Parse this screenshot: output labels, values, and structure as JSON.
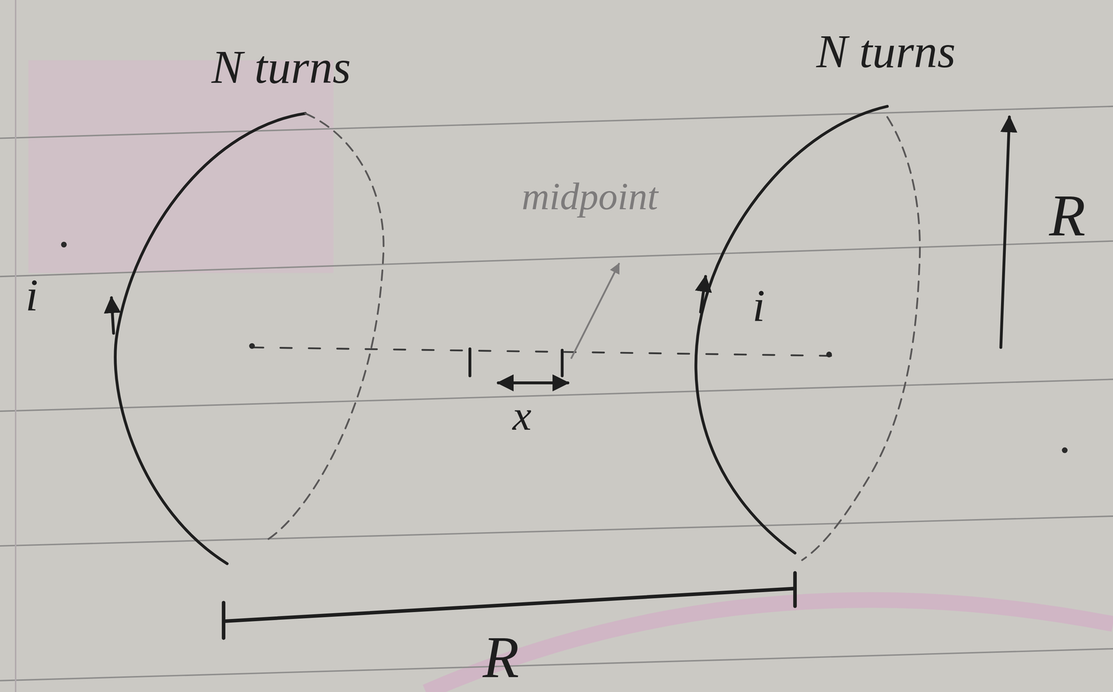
{
  "diagram": {
    "labels": [
      "N turns",
      "N turns",
      "i",
      "midpoint",
      "i",
      "R",
      "x",
      "R"
    ]
  }
}
